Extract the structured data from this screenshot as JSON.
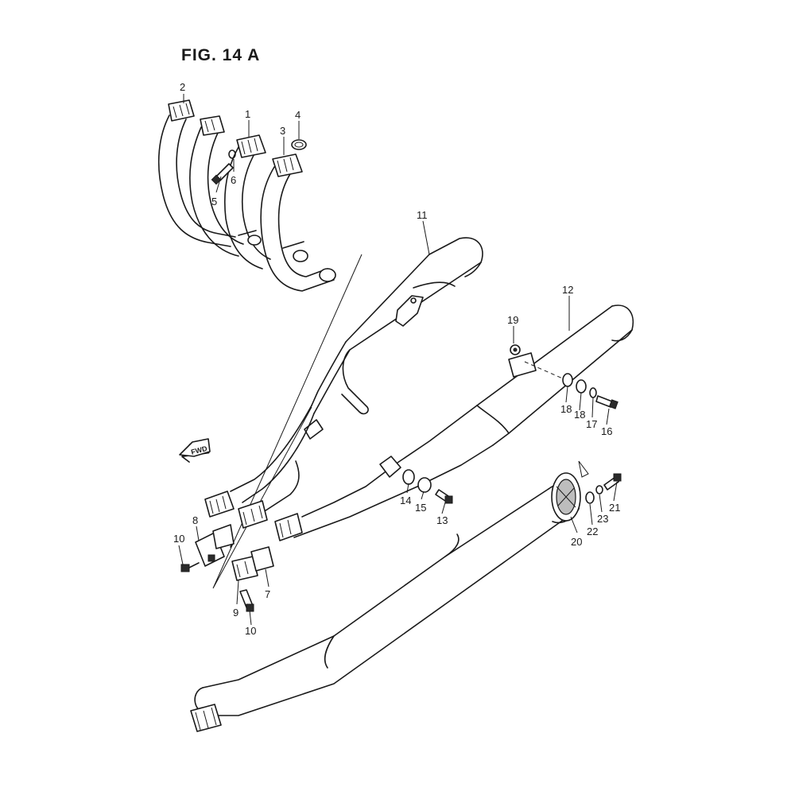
{
  "figure": {
    "title": "FIG. 14 A",
    "direction_label": "FWD"
  },
  "callouts": [
    {
      "id": "c2",
      "label": "2"
    },
    {
      "id": "c1",
      "label": "1"
    },
    {
      "id": "c4",
      "label": "4"
    },
    {
      "id": "c3",
      "label": "3"
    },
    {
      "id": "c6",
      "label": "6"
    },
    {
      "id": "c5",
      "label": "5"
    },
    {
      "id": "c11",
      "label": "11"
    },
    {
      "id": "c12",
      "label": "12"
    },
    {
      "id": "c19",
      "label": "19"
    },
    {
      "id": "c18a",
      "label": "18"
    },
    {
      "id": "c18b",
      "label": "18"
    },
    {
      "id": "c17",
      "label": "17"
    },
    {
      "id": "c16",
      "label": "16"
    },
    {
      "id": "c14",
      "label": "14"
    },
    {
      "id": "c15",
      "label": "15"
    },
    {
      "id": "c13",
      "label": "13"
    },
    {
      "id": "c8",
      "label": "8"
    },
    {
      "id": "c10a",
      "label": "10"
    },
    {
      "id": "c9",
      "label": "9"
    },
    {
      "id": "c7",
      "label": "7"
    },
    {
      "id": "c10b",
      "label": "10"
    },
    {
      "id": "c20",
      "label": "20"
    },
    {
      "id": "c22",
      "label": "22"
    },
    {
      "id": "c23",
      "label": "23"
    },
    {
      "id": "c21",
      "label": "21"
    }
  ]
}
